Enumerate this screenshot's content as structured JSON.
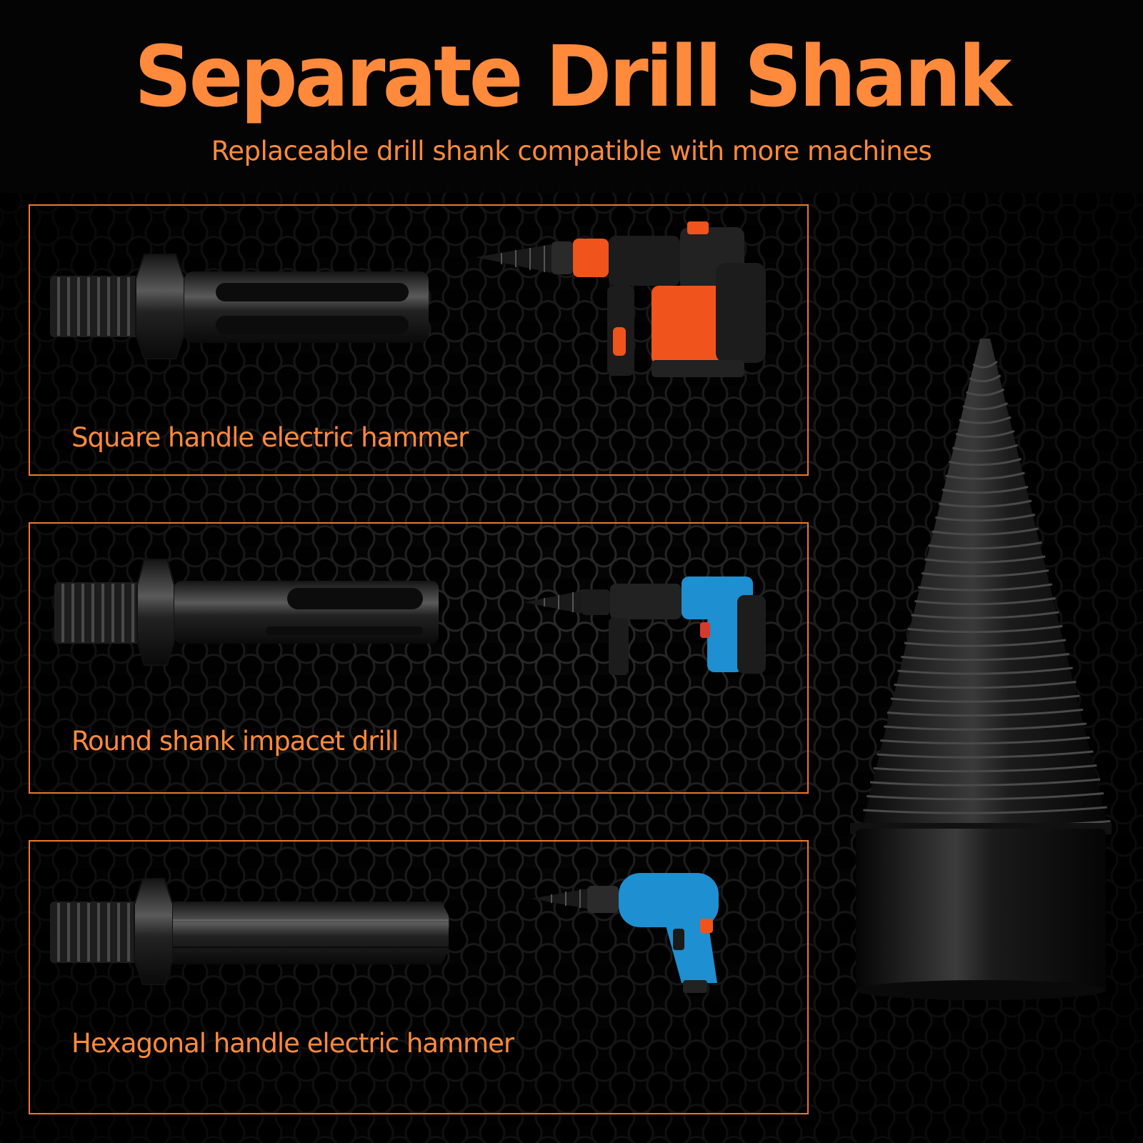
{
  "header": {
    "title": "Separate Drill Shank",
    "subtitle": "Replaceable drill shank compatible with more machines"
  },
  "panels": [
    {
      "label": "Square handle electric hammer",
      "shank": "square-shank-icon",
      "tool": "rotary-hammer-orange-icon"
    },
    {
      "label": "Round shank impacet drill",
      "shank": "round-shank-icon",
      "tool": "rotary-hammer-blue-icon"
    },
    {
      "label": "Hexagonal handle electric hammer",
      "shank": "hex-shank-icon",
      "tool": "electric-drill-blue-icon"
    }
  ],
  "product": {
    "icon": "screw-cone-splitter-icon"
  },
  "colors": {
    "accent": "#ff8a3c",
    "border": "#e9782f",
    "background": "#050505",
    "tool_orange": "#f0541c",
    "tool_blue": "#1e8fd0",
    "metal": "#2a2a2a"
  }
}
